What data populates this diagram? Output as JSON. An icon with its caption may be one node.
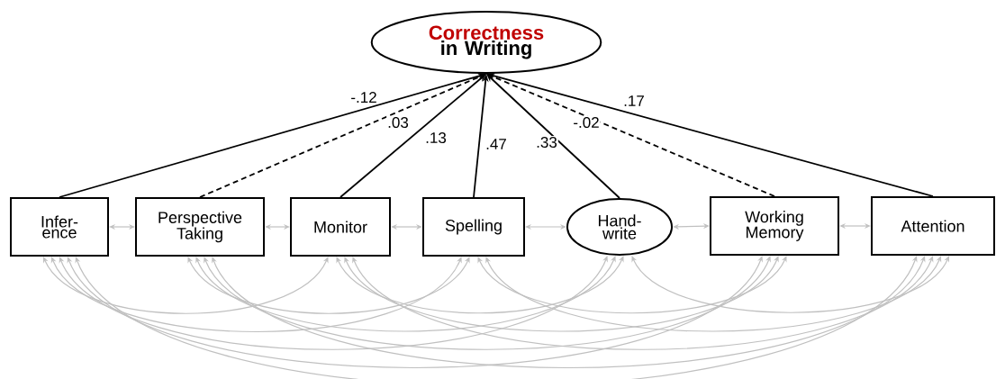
{
  "diagram": {
    "nodes": [
      {
        "text": [
          "Correctness",
          "in Writing"
        ]
      },
      {
        "text": [
          "Infer- ence"
        ]
      },
      {
        "text": [
          "Perspective Taking"
        ]
      },
      {
        "text": [
          "Monitor"
        ]
      },
      {
        "text": [
          "Spelling"
        ]
      },
      {
        "text": [
          "Hand- write"
        ]
      },
      {
        "text": [
          "Working Memory"
        ]
      },
      {
        "text": [
          "Attention"
        ]
      }
    ],
    "edges": [
      {
        "from": 1,
        "to": 0,
        "arrow": "to",
        "label": "-.12",
        "color": "#000000"
      },
      {
        "from": 2,
        "to": 0,
        "arrow": "to",
        "label": ".03",
        "style": "dashed",
        "color": "#000000"
      },
      {
        "from": 3,
        "to": 0,
        "arrow": "to",
        "label": ".13",
        "color": "#000000"
      },
      {
        "from": 4,
        "to": 0,
        "arrow": "to",
        "label": ".47",
        "color": "#000000"
      },
      {
        "from": 5,
        "to": 0,
        "arrow": "to",
        "label": ".33",
        "color": "#000000"
      },
      {
        "from": 6,
        "to": 0,
        "arrow": "to",
        "label": "-.02",
        "style": "dashed",
        "color": "#000000"
      },
      {
        "from": 7,
        "to": 0,
        "arrow": "to",
        "label": ".17",
        "color": "#000000"
      },
      {
        "from": 1,
        "to": 2,
        "arrow": "both"
      },
      {
        "from": 2,
        "to": 3,
        "arrow": "both"
      },
      {
        "from": 3,
        "to": 4,
        "arrow": "both"
      },
      {
        "from": 4,
        "to": 5,
        "arrow": "both"
      },
      {
        "from": 5,
        "to": 6,
        "arrow": "both"
      },
      {
        "from": 6,
        "to": 7,
        "arrow": "both"
      },
      {
        "from": 1,
        "to": 3,
        "arrow": "both"
      },
      {
        "from": 1,
        "to": 4,
        "arrow": "both"
      },
      {
        "from": 1,
        "to": 5,
        "arrow": "both"
      },
      {
        "from": 1,
        "to": 6,
        "arrow": "both"
      },
      {
        "from": 1,
        "to": 7,
        "arrow": "both"
      },
      {
        "from": 2,
        "to": 4,
        "arrow": "both"
      },
      {
        "from": 2,
        "to": 5,
        "arrow": "both"
      },
      {
        "from": 2,
        "to": 6,
        "arrow": "both"
      },
      {
        "from": 2,
        "to": 7,
        "arrow": "both"
      },
      {
        "from": 3,
        "to": 5,
        "arrow": "both"
      },
      {
        "from": 3,
        "to": 6,
        "arrow": "both"
      },
      {
        "from": 3,
        "to": 7,
        "arrow": "both"
      },
      {
        "from": 4,
        "to": 6,
        "arrow": "both"
      },
      {
        "from": 4,
        "to": 7,
        "arrow": "both"
      },
      {
        "from": 5,
        "to": 7,
        "arrow": "both"
      }
    ]
  }
}
